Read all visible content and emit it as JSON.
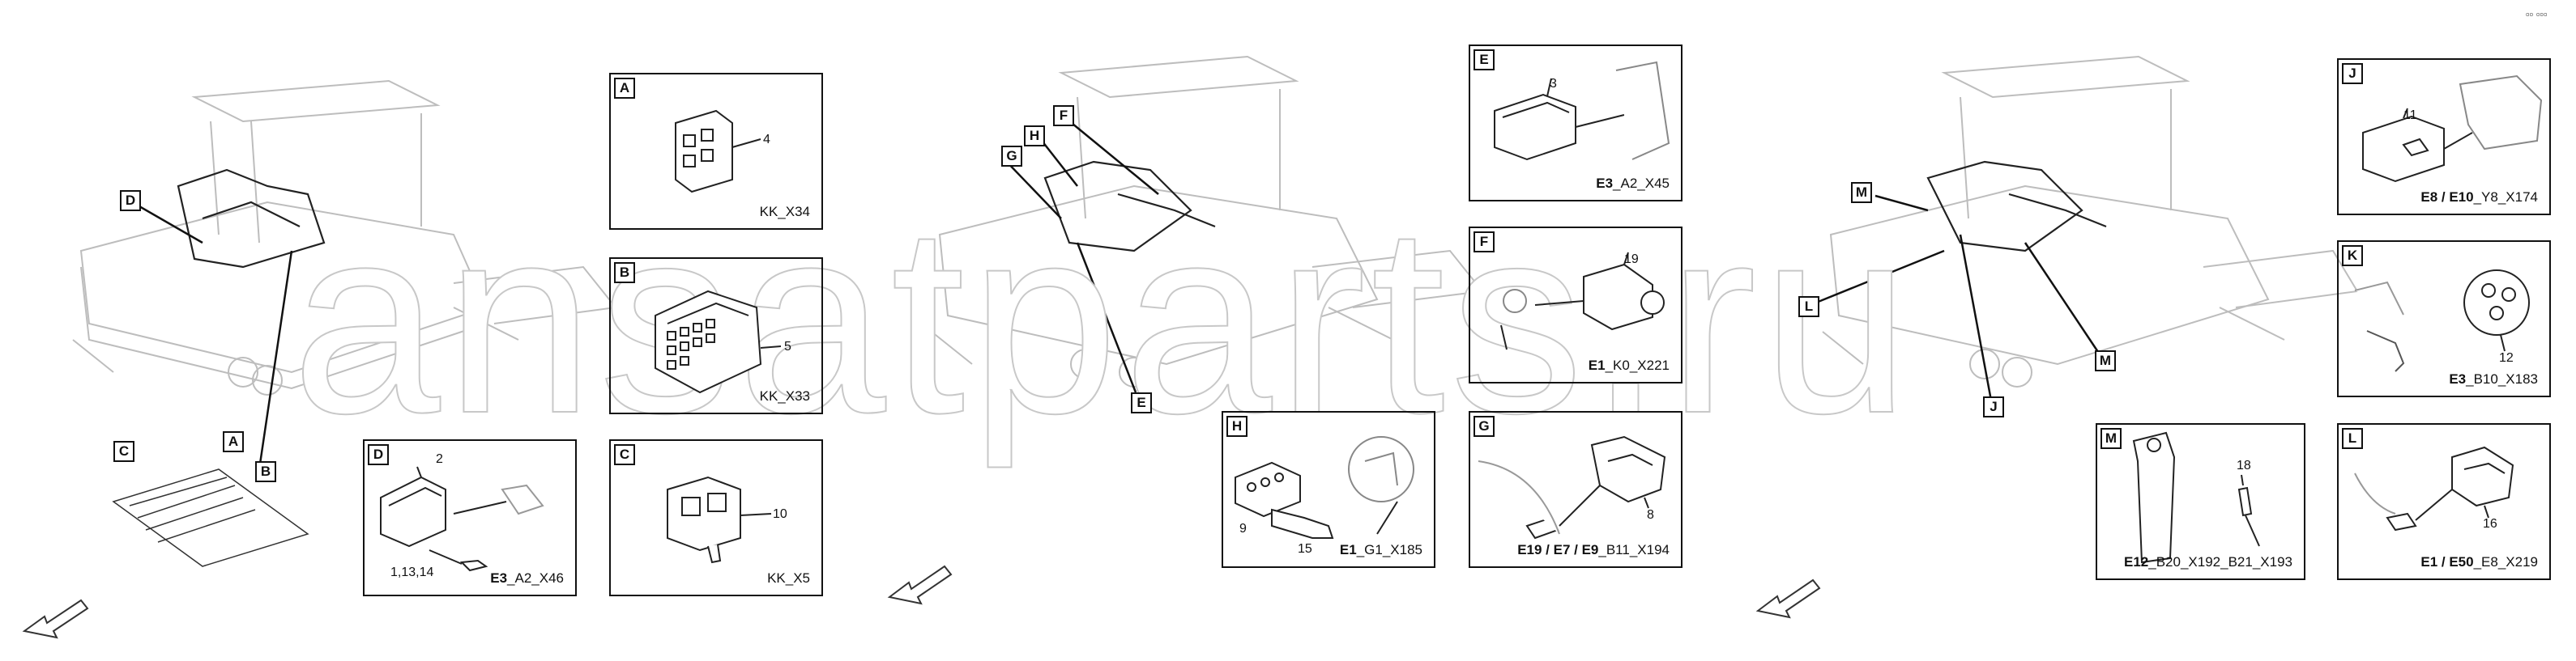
{
  "watermark": "ansatparts.ru",
  "top_right_icons": "▫▫ ▫▫▫",
  "overview_callouts": [
    {
      "id": "D"
    },
    {
      "id": "C"
    },
    {
      "id": "A"
    },
    {
      "id": "B"
    },
    {
      "id": "H"
    },
    {
      "id": "F"
    },
    {
      "id": "G"
    },
    {
      "id": "E"
    },
    {
      "id": "M"
    },
    {
      "id": "L"
    },
    {
      "id": "J"
    },
    {
      "id": "M2",
      "label": "M"
    }
  ],
  "panels": {
    "A": {
      "letter": "A",
      "caption": "KK_X34",
      "numbers": [
        "4"
      ]
    },
    "B": {
      "letter": "B",
      "caption": "KK_X33",
      "numbers": [
        "5"
      ]
    },
    "C": {
      "letter": "C",
      "caption": "KK_X5",
      "numbers": [
        "10"
      ]
    },
    "D": {
      "letter": "D",
      "caption_bold": "E3",
      "caption_rest": "_A2_X46",
      "numbers": [
        "2",
        "1,13,14"
      ]
    },
    "E": {
      "letter": "E",
      "caption_bold": "E3",
      "caption_rest": "_A2_X45",
      "numbers": [
        "3"
      ]
    },
    "F": {
      "letter": "F",
      "caption_bold": "E1",
      "caption_rest": "_K0_X221",
      "numbers": [
        "19"
      ]
    },
    "G": {
      "letter": "G",
      "caption_bold": "E19 / E7 / E9",
      "caption_rest": "_B11_X194",
      "numbers": [
        "8"
      ]
    },
    "H": {
      "letter": "H",
      "caption_bold": "E1",
      "caption_rest": "_G1_X185",
      "numbers": [
        "9",
        "15"
      ]
    },
    "J": {
      "letter": "J",
      "caption_bold": "E8 / E10",
      "caption_rest": "_Y8_X174",
      "numbers": [
        "11"
      ]
    },
    "K": {
      "letter": "K",
      "caption_bold": "E3",
      "caption_rest": "_B10_X183",
      "numbers": [
        "12"
      ]
    },
    "L": {
      "letter": "L",
      "caption_bold": "E1 / E50",
      "caption_rest": "_E8_X219",
      "numbers": [
        "16"
      ]
    },
    "M": {
      "letter": "M",
      "caption_bold": "E12",
      "caption_rest": "_B20_X192_B21_X193",
      "numbers": [
        "18"
      ]
    }
  }
}
